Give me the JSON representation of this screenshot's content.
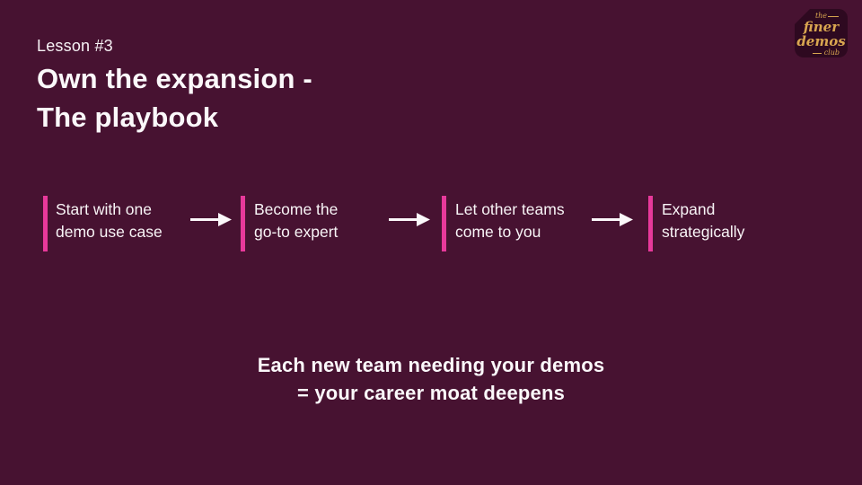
{
  "slide": {
    "eyebrow": "Lesson #3",
    "title_line1": "Own the expansion -",
    "title_line2": "The playbook"
  },
  "logo": {
    "word1": "the",
    "word2": "finer",
    "word3": "demos",
    "word4": "club"
  },
  "flow": {
    "steps": [
      {
        "line1": "Start with one",
        "line2": "demo use case"
      },
      {
        "line1": "Become the",
        "line2": "go-to expert"
      },
      {
        "line1": "Let other teams",
        "line2": "come to you"
      },
      {
        "line1": "Expand",
        "line2": "strategically"
      }
    ]
  },
  "tagline": {
    "line1": "Each new team needing your demos",
    "line2": "= your career moat deepens"
  },
  "colors": {
    "background": "#471231",
    "accent_pink": "#E8399B",
    "text_white": "#FBF8FA",
    "logo_background": "#2E0920",
    "logo_gold": "#D9A650"
  }
}
